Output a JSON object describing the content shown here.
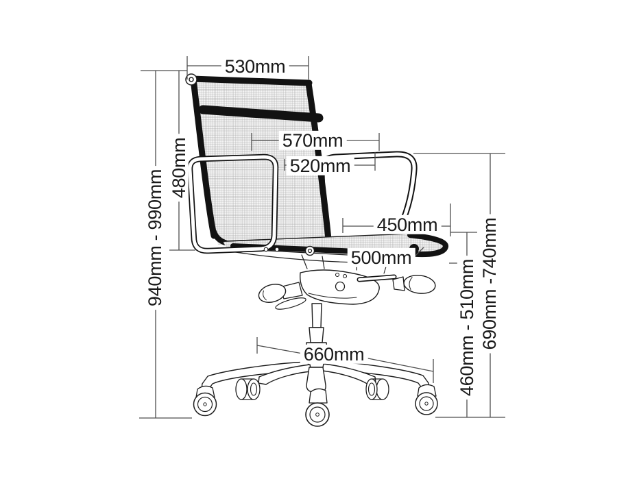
{
  "diagram": {
    "subject": "office-chair-dimension-drawing",
    "unit": "mm",
    "labels": {
      "back_width": "530mm",
      "back_height": "480mm",
      "overall_height": "940mm - 990mm",
      "arm_outer_width": "570mm",
      "arm_inner_width": "520mm",
      "seat_depth": "450mm",
      "seat_width": "500mm",
      "base_width": "660mm",
      "seat_height_range": "460mm - 510mm",
      "arm_height_range": "690mm -740mm"
    },
    "colors": {
      "line_art": "#1d1d1d",
      "frame_black": "#121212",
      "dimension_line": "#4d4d4d",
      "mesh_line": "#a0a0a0",
      "background": "#ffffff"
    }
  }
}
